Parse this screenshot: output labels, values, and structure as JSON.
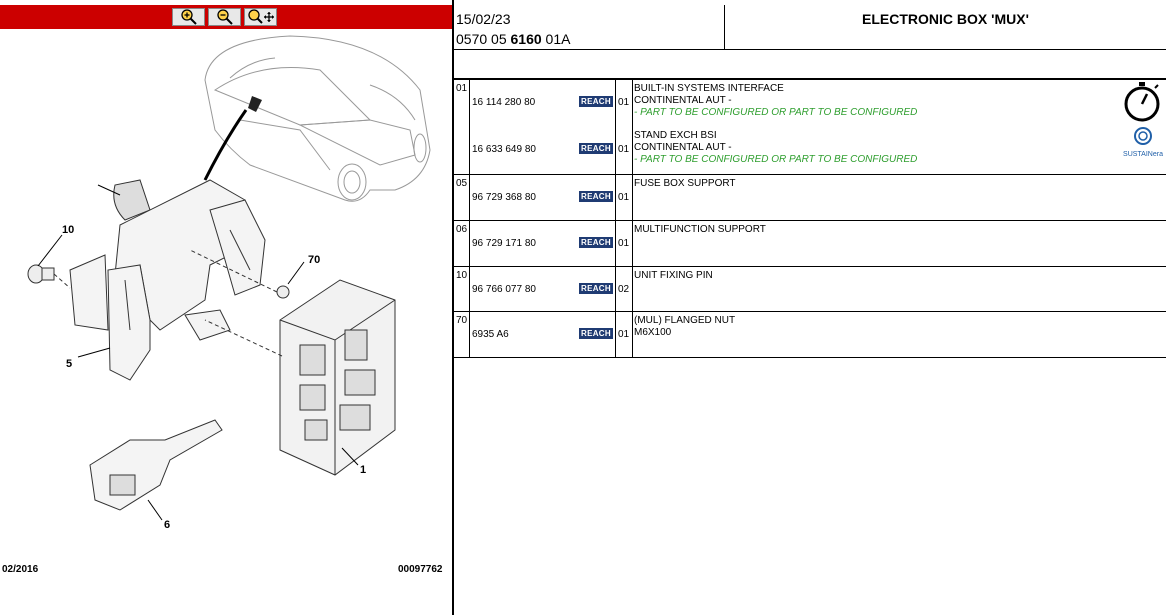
{
  "toolbar": {
    "buttons": [
      {
        "name": "zoom-in",
        "icon": "zoom-in-icon"
      },
      {
        "name": "zoom-out",
        "icon": "zoom-out-icon"
      },
      {
        "name": "zoom-pan",
        "icon": "zoom-pan-icon"
      }
    ]
  },
  "diagram": {
    "callouts": [
      "10",
      "70",
      "5",
      "1",
      "6"
    ],
    "footer_left": "02/2016",
    "footer_right": "00097762"
  },
  "header": {
    "date": "15/02/23",
    "ref_prefix": "0570 05 ",
    "ref_bold": "6160",
    "ref_suffix": " 01A",
    "title": "ELECTRONIC BOX 'MUX'"
  },
  "parts": [
    {
      "fig": "01",
      "lines": [
        {
          "ref": "16 114 280 80",
          "reach": "REACH",
          "qty": "01",
          "desc": "BUILT-IN SYSTEMS INTERFACE",
          "desc2": "CONTINENTAL AUT -",
          "note": "- PART TO BE CONFIGURED OR PART TO BE CONFIGURED"
        },
        {
          "ref": "16 633 649 80",
          "reach": "REACH",
          "qty": "01",
          "desc": "STAND EXCH BSI",
          "desc2": "CONTINENTAL AUT -",
          "note": "- PART TO BE CONFIGURED OR PART TO BE CONFIGURED"
        }
      ]
    },
    {
      "fig": "05",
      "lines": [
        {
          "ref": "96 729 368 80",
          "reach": "REACH",
          "qty": "01",
          "desc": "FUSE BOX SUPPORT"
        }
      ]
    },
    {
      "fig": "06",
      "lines": [
        {
          "ref": "96 729 171 80",
          "reach": "REACH",
          "qty": "01",
          "desc": "MULTIFUNCTION SUPPORT"
        }
      ]
    },
    {
      "fig": "10",
      "lines": [
        {
          "ref": "96 766 077 80",
          "reach": "REACH",
          "qty": "02",
          "desc": "UNIT FIXING PIN"
        }
      ]
    },
    {
      "fig": "70",
      "lines": [
        {
          "ref": "6935 A6",
          "reach": "REACH",
          "qty": "01",
          "desc": "(MUL) FLANGED NUT",
          "desc2": "M6X100"
        }
      ]
    }
  ],
  "badges": {
    "stopwatch_icon": "stopwatch-icon",
    "sustain_label": "SUSTAINera",
    "sustain_icon": "sustainera-logo-icon"
  }
}
